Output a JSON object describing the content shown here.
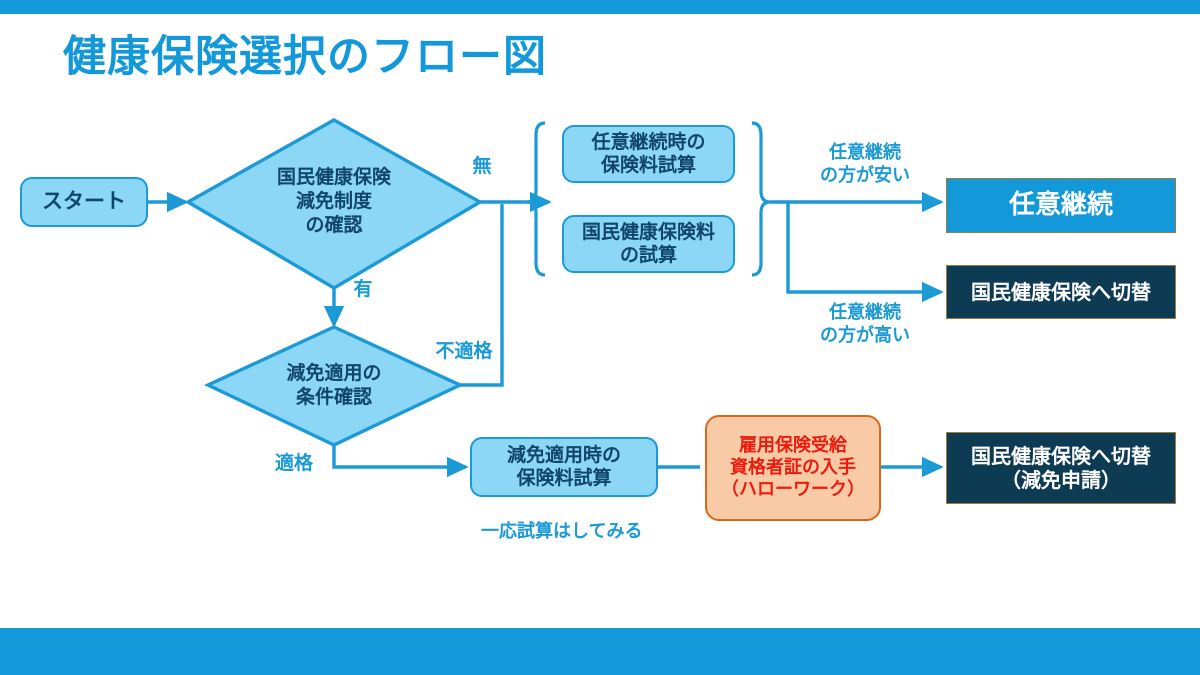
{
  "slide": {
    "title": "健康保険選択のフロー図",
    "accent_color": "#1399DA",
    "dark_color": "#0E3B54",
    "light_blue_fill": "#8BD7F5",
    "light_blue_border": "#1C9AD6",
    "orange_fill": "#F8CBA6",
    "orange_border": "#D9691B",
    "orange_text": "#EB1C0E",
    "node_text_color": "#11456B",
    "result_border_color": "#9C7B32"
  },
  "nodes": {
    "start": "スタート",
    "decision1": "国民健康保険\n減免制度\nの確認",
    "decision2": "減免適用の\n条件確認",
    "calc_voluntary": "任意継続時の\n保険料試算",
    "calc_nhi": "国民健康保険料\nの試算",
    "calc_reduced": "減免適用時の\n保険料試算",
    "hellowork": "雇用保険受給\n資格者証の入手\n（ハローワーク）",
    "result_voluntary": "任意継続",
    "result_switch": "国民健康保険へ切替",
    "result_switch_reduced": "国民健康保険へ切替\n（減免申請）"
  },
  "edge_labels": {
    "none": "無",
    "yes": "有",
    "ineligible": "不適格",
    "eligible": "適格",
    "voluntary_cheaper": "任意継続\nの方が安い",
    "voluntary_pricier": "任意継続\nの方が高い"
  },
  "captions": {
    "try_calc": "一応試算はしてみる"
  }
}
